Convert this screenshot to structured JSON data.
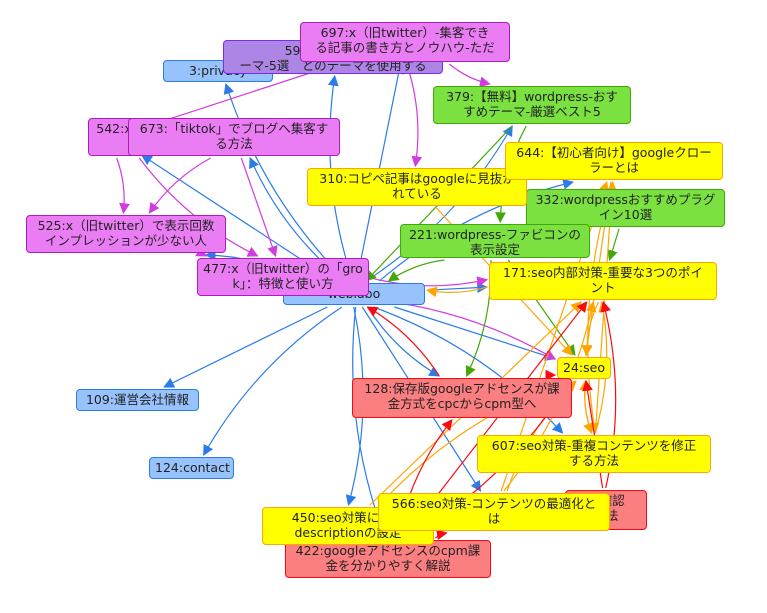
{
  "palette": {
    "blue": {
      "fill": "#97c2fc",
      "stroke": "#2b7ce9",
      "edge": "#2b7ce9"
    },
    "purple": {
      "fill": "#ad85e4",
      "stroke": "#7c29f0",
      "edge": "#ad85e4"
    },
    "pink": {
      "fill": "#eb7df4",
      "stroke": "#ad1cc0",
      "edge": "#d13be0"
    },
    "green": {
      "fill": "#7be141",
      "stroke": "#41a906",
      "edge": "#41a906"
    },
    "yellow": {
      "fill": "#ffff00",
      "stroke": "#ffa500",
      "edge": "#ffa500"
    },
    "red": {
      "fill": "#fb7e81",
      "stroke": "#fa0a10",
      "edge": "#fa0a10"
    }
  },
  "nodes": [
    {
      "id": "3",
      "color": "blue",
      "lines": [
        "3:privacy"
      ]
    },
    {
      "id": "109",
      "color": "blue",
      "lines": [
        "109:運営会社情報"
      ]
    },
    {
      "id": "124",
      "color": "blue",
      "lines": [
        "124:contact"
      ]
    },
    {
      "id": "hub",
      "color": "blue",
      "lines": [
        "weblabo"
      ]
    },
    {
      "id": "596",
      "color": "purple",
      "lines": [
        "596:wordpress-",
        "ーマ-5選　とのテーマを使用する"
      ]
    },
    {
      "id": "542",
      "color": "pink",
      "lines": [
        "542:x"
      ]
    },
    {
      "id": "525",
      "color": "pink",
      "lines": [
        "525:x（旧twitter）で表示回数",
        "インプレッションが少ない人"
      ]
    },
    {
      "id": "673",
      "color": "pink",
      "lines": [
        "673:「tiktok」でブログへ集客す",
        "る方法"
      ]
    },
    {
      "id": "477",
      "color": "pink",
      "lines": [
        "477:x（旧twitter）の「gro",
        "k」：特徴と使い方"
      ]
    },
    {
      "id": "697",
      "color": "pink",
      "lines": [
        "697:x（旧twitter）-集客でき",
        "る記事の書き方とノウハウ-ただ"
      ]
    },
    {
      "id": "379",
      "color": "green",
      "lines": [
        "379:【無料】wordpress-おす",
        "すめテーマ-厳選ベスト5"
      ]
    },
    {
      "id": "332",
      "color": "green",
      "lines": [
        "332:wordpressおすすめプラグ",
        "イン10選"
      ]
    },
    {
      "id": "221",
      "color": "green",
      "lines": [
        "221:wordpress-ファビコンの",
        "表示設定"
      ]
    },
    {
      "id": "310",
      "color": "yellow",
      "lines": [
        "310:コピペ記事はgoogleに見抜か",
        "れている"
      ]
    },
    {
      "id": "644",
      "color": "yellow",
      "lines": [
        "644:【初心者向け】googleクロー",
        "ラーとは"
      ]
    },
    {
      "id": "171",
      "color": "yellow",
      "lines": [
        "171:seo内部対策-重要な3つのポイ",
        "ント"
      ]
    },
    {
      "id": "24",
      "color": "yellow",
      "lines": [
        "24:seo"
      ]
    },
    {
      "id": "607",
      "color": "yellow",
      "lines": [
        "607:seo対策-重複コンテンツを修正",
        "する方法"
      ]
    },
    {
      "id": "128",
      "color": "red",
      "lines": [
        "128:保存版googleアドセンスが課",
        "金方式をcpcからcpm型へ"
      ]
    },
    {
      "id": "rconf",
      "color": "red",
      "lines": [
        "要確認",
        "方法"
      ]
    },
    {
      "id": "422",
      "color": "red",
      "lines": [
        "422:googleアドセンスのcpm課",
        "金を分かりやすく解説"
      ]
    },
    {
      "id": "450",
      "color": "yellow",
      "lines": [
        "450:seo対策に有効",
        "descriptionの設定"
      ]
    },
    {
      "id": "566",
      "color": "yellow",
      "lines": [
        "566:seo対策-コンテンツの最適化と",
        "は"
      ]
    }
  ],
  "edges": [
    [
      "hub",
      "3"
    ],
    [
      "hub",
      "109"
    ],
    [
      "hub",
      "124"
    ],
    [
      "hub",
      "596"
    ],
    [
      "hub",
      "697"
    ],
    [
      "hub",
      "379"
    ],
    [
      "hub",
      "644"
    ],
    [
      "hub",
      "24"
    ],
    [
      "hub",
      "128"
    ],
    [
      "hub",
      "450"
    ],
    [
      "hub",
      "566"
    ],
    [
      "hub",
      "422"
    ],
    [
      "hub",
      "607"
    ],
    [
      "hub",
      "542"
    ],
    [
      "hub",
      "525"
    ],
    [
      "hub",
      "673"
    ],
    [
      "hub",
      "171"
    ],
    [
      "542",
      "477"
    ],
    [
      "542",
      "525"
    ],
    [
      "673",
      "477"
    ],
    [
      "673",
      "525"
    ],
    [
      "525",
      "477"
    ],
    [
      "542",
      "673"
    ],
    [
      "697",
      "379"
    ],
    [
      "697",
      "310"
    ],
    [
      "697",
      "542"
    ],
    [
      "477",
      "171"
    ],
    [
      "477",
      "24"
    ],
    [
      "379",
      "hub"
    ],
    [
      "379",
      "221"
    ],
    [
      "332",
      "221"
    ],
    [
      "332",
      "171"
    ],
    [
      "221",
      "hub"
    ],
    [
      "221",
      "128"
    ],
    [
      "221",
      "24"
    ],
    [
      "171",
      "24"
    ],
    [
      "171",
      "hub"
    ],
    [
      "644",
      "24"
    ],
    [
      "644",
      "607"
    ],
    [
      "310",
      "644"
    ],
    [
      "310",
      "24"
    ],
    [
      "24",
      "607"
    ],
    [
      "607",
      "24"
    ],
    [
      "607",
      "644"
    ],
    [
      "607",
      "171"
    ],
    [
      "566",
      "24"
    ],
    [
      "566",
      "644"
    ],
    [
      "566",
      "171"
    ],
    [
      "450",
      "24"
    ],
    [
      "450",
      "171"
    ],
    [
      "128",
      "hub"
    ],
    [
      "128",
      "24"
    ],
    [
      "rconf",
      "24"
    ],
    [
      "rconf",
      "171"
    ],
    [
      "422",
      "128"
    ],
    [
      "422",
      "171"
    ],
    [
      "422",
      "24"
    ],
    [
      "422",
      "566"
    ]
  ]
}
